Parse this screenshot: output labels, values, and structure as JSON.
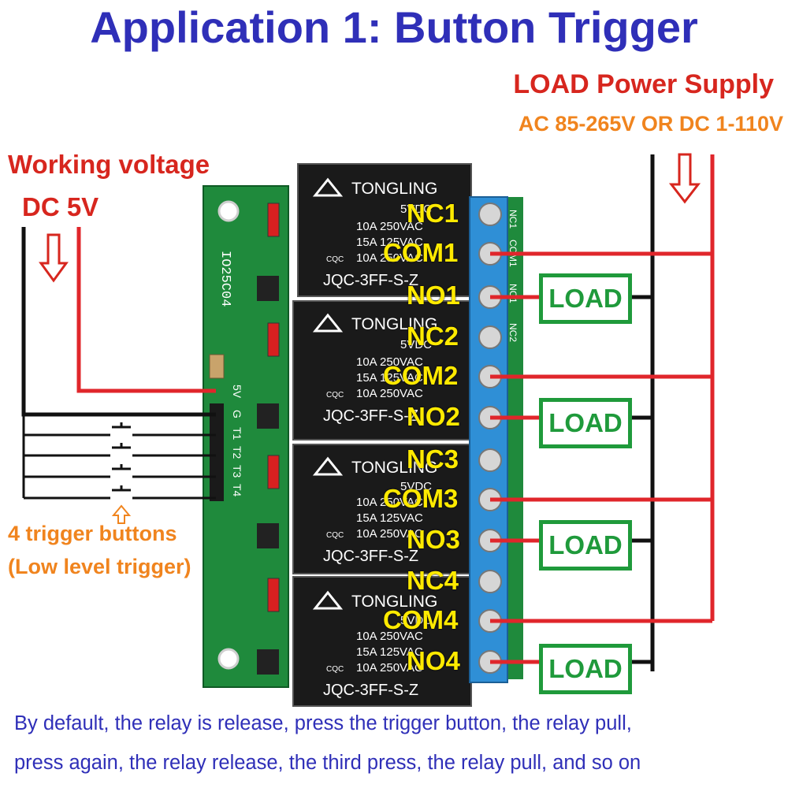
{
  "title": "Application 1: Button Trigger",
  "load_power": {
    "title": "LOAD Power Supply",
    "spec": "AC 85-265V OR DC 1-110V"
  },
  "working_voltage": {
    "title": "Working voltage",
    "spec": "DC 5V"
  },
  "trigger_buttons": {
    "title": "4 trigger buttons",
    "spec": "(Low level trigger)"
  },
  "board": {
    "label": "IO25C04",
    "header_pins": [
      "5V",
      "G",
      "T1",
      "T2",
      "T3",
      "T4"
    ],
    "terminal_side_labels": [
      "NC1",
      "COM1",
      "NO1",
      "NC2"
    ]
  },
  "relays": [
    {
      "brand": "TONGLING",
      "coil": "5VDC",
      "rating1": "10A 250VAC",
      "rating2": "15A 125VAC",
      "rating3": "10A 250VAC",
      "model": "JQC-3FF-S-Z",
      "cqc": "CQC"
    },
    {
      "brand": "TONGLING",
      "coil": "5VDC",
      "rating1": "10A 250VAC",
      "rating2": "15A 125VAC",
      "rating3": "10A 250VAC",
      "model": "JQC-3FF-S-Z",
      "cqc": "CQC"
    },
    {
      "brand": "TONGLING",
      "coil": "5VDC",
      "rating1": "10A 250VAC",
      "rating2": "15A 125VAC",
      "rating3": "10A 250VAC",
      "model": "JQC-3FF-S-Z",
      "cqc": "CQC"
    },
    {
      "brand": "TONGLING",
      "coil": "5VDC",
      "rating1": "10A 250VAC",
      "rating2": "15A 125VAC",
      "rating3": "10A 250VAC",
      "model": "JQC-3FF-S-Z",
      "cqc": "CQC"
    }
  ],
  "terminals": [
    "NC1",
    "COM1",
    "NO1",
    "NC2",
    "COM2",
    "NO2",
    "NC3",
    "COM3",
    "NO3",
    "NC4",
    "COM4",
    "NO4"
  ],
  "loads": [
    "LOAD",
    "LOAD",
    "LOAD",
    "LOAD"
  ],
  "note": {
    "line1": "By default, the relay is release, press the trigger button, the relay pull,",
    "line2": "press again, the relay release, the third press, the relay pull, and so on"
  },
  "colors": {
    "title": "#2f2fb8",
    "red_label": "#d7261e",
    "orange_label": "#f0841e",
    "terminal_label": "#ffea00",
    "load_box": "#1f9a3b",
    "pcb": "#1f8a3c",
    "terminal_block": "#2f8fd6",
    "relay_body": "#1a1a1a",
    "wire_red": "#e0262b",
    "wire_black": "#111111"
  }
}
